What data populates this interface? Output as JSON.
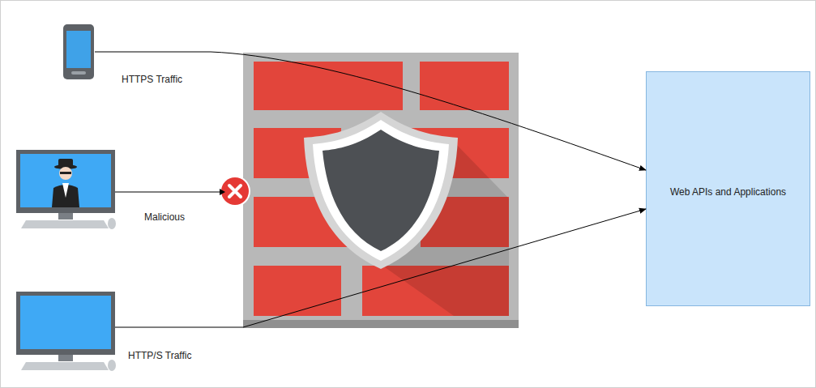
{
  "diagram": {
    "nodes": [
      {
        "text": [
          "HTTPS Traffic"
        ]
      },
      {
        "text": [
          "Malicious"
        ]
      },
      {
        "text": [
          "HTTP/S Traffic"
        ]
      },
      {
        "text": [
          "Web APIs and Applications"
        ]
      }
    ],
    "edges": [
      {
        "from": 0,
        "to": 3,
        "arrow": "to"
      },
      {
        "from": 2,
        "to": 3,
        "arrow": "to"
      }
    ]
  }
}
